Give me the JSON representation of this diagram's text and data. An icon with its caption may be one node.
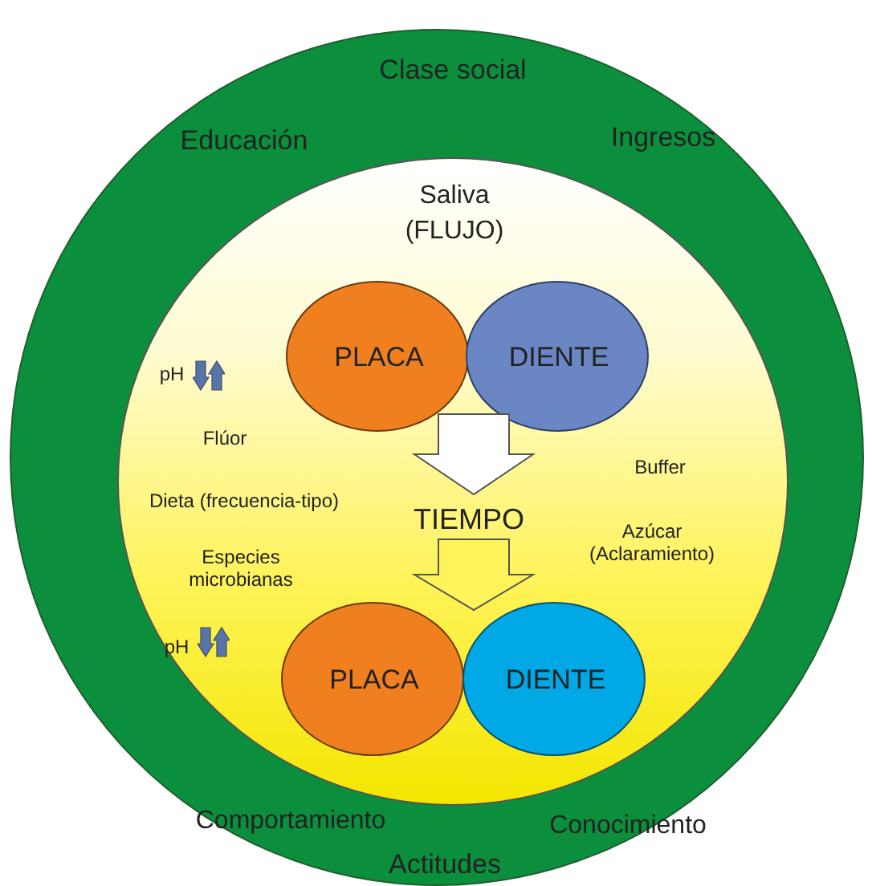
{
  "diagram": {
    "nodes": [
      {
        "text": [
          "Clase social",
          "Educación",
          "Ingresos",
          "Comportamiento",
          "Conocimiento",
          "Actitudes"
        ]
      },
      {
        "text": [
          "Saliva (FLUJO)",
          "pH",
          "Flúor",
          "Dieta (frecuencia-tipo)",
          "Especies microbianas",
          "Buffer",
          "Azúcar (Aclaramiento)",
          "pH"
        ],
        "in": 0
      },
      {
        "text": [
          "PLACA"
        ],
        "in": 1
      },
      {
        "text": [
          "DIENTE"
        ],
        "in": 1
      },
      {
        "text": [
          "TIEMPO"
        ],
        "in": 1
      },
      {
        "text": [
          "PLACA"
        ],
        "in": 1
      },
      {
        "text": [
          "DIENTE"
        ],
        "in": 1
      }
    ],
    "edges": [
      {
        "from": 2,
        "to": 4,
        "arrow": "to"
      },
      {
        "from": 4,
        "to": 5,
        "arrow": "to"
      }
    ]
  }
}
